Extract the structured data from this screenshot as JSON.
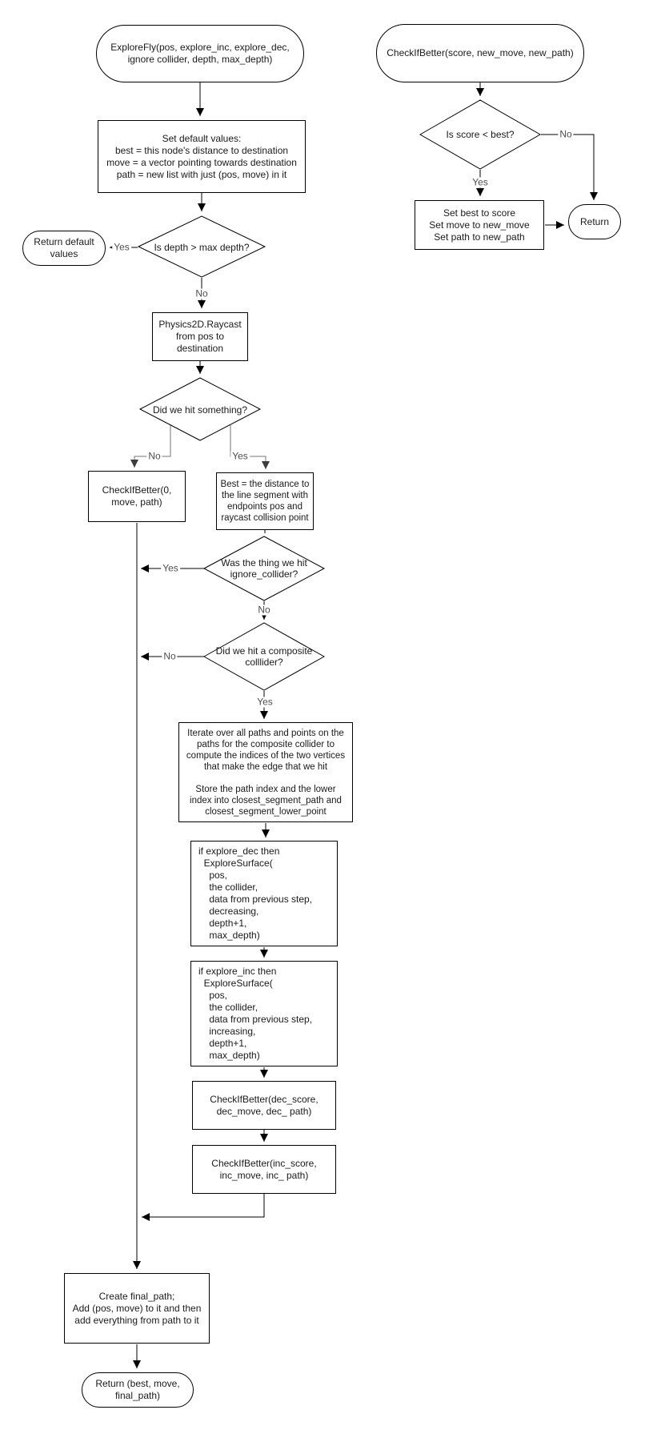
{
  "page": {
    "background": "#ffffff"
  },
  "colors": {
    "node_stroke": "#000000",
    "node_fill": "#ffffff",
    "edge": "#000000",
    "edge_gray": "#757575",
    "text": "#1a1a1a"
  },
  "flowchart": {
    "main": {
      "start": {
        "label": "ExploreFly(pos, explore_inc, explore_dec,\nignore collider, depth, max_depth)"
      },
      "set_defaults": {
        "label": "Set default values:\nbest = this node's distance to destination\nmove = a vector pointing towards destination\npath = new list with just (pos, move) in it"
      },
      "depth_check": {
        "label": "Is depth > max depth?"
      },
      "return_default": {
        "label": "Return default\nvalues"
      },
      "raycast": {
        "label": "Physics2D.Raycast\nfrom pos to\ndestination"
      },
      "hit_check": {
        "label": "Did we hit something?"
      },
      "check_if_better_0": {
        "label": "CheckIfBetter(0,\nmove, path)"
      },
      "best_distance": {
        "label": "Best = the distance to\nthe line segment with\nendpoints pos and\nraycast collision point"
      },
      "ignore_check": {
        "label": "Was the thing we hit\nignore_collider?"
      },
      "composite_check": {
        "label": "Did we hit a composite\ncolllider?"
      },
      "iterate": {
        "label": "Iterate over all paths and points on the\npaths for the composite collider to\ncompute the indices of the two vertices\nthat make the edge that we hit\n\nStore the path index and the lower\nindex into closest_segment_path and\nclosest_segment_lower_point"
      },
      "explore_dec": {
        "label": "if explore_dec then\n  ExploreSurface(\n    pos,\n    the collider,\n    data from previous step,\n    decreasing,\n    depth+1,\n    max_depth)"
      },
      "explore_inc": {
        "label": "if explore_inc then\n  ExploreSurface(\n    pos,\n    the collider,\n    data from previous step,\n    increasing,\n    depth+1,\n    max_depth)"
      },
      "check_dec": {
        "label": "CheckIfBetter(dec_score,\ndec_move, dec_ path)"
      },
      "check_inc": {
        "label": "CheckIfBetter(inc_score,\ninc_move, inc_ path)"
      },
      "create_final": {
        "label": "Create final_path;\nAdd (pos, move) to it and then\nadd everything from path to it"
      },
      "return_final": {
        "label": "Return (best, move,\nfinal_path)"
      }
    },
    "subroutine": {
      "start": {
        "label": "CheckIfBetter(score, new_move, new_path)"
      },
      "score_check": {
        "label": "Is score < best?"
      },
      "set_best": {
        "label": "Set best to score\nSet move to new_move\nSet path to new_path"
      },
      "return_node": {
        "label": "Return"
      }
    },
    "edge_labels": {
      "depth_yes": "Yes",
      "depth_no": "No",
      "hit_no": "No",
      "hit_yes": "Yes",
      "ignore_yes": "Yes",
      "ignore_no": "No",
      "composite_no": "No",
      "composite_yes": "Yes",
      "score_yes": "Yes",
      "score_no": "No"
    }
  }
}
